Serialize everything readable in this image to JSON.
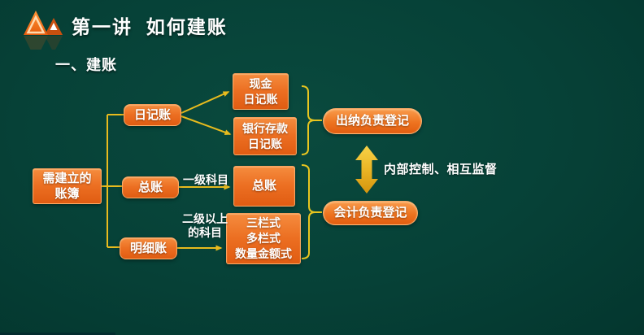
{
  "header": {
    "title": "第一讲  如何建账",
    "subtitle": "一、建账",
    "logo": "twin-mountain-triangles"
  },
  "colors": {
    "background_green": "#064137",
    "node_orange": "#ec6f22",
    "connector_gold": "#e8bb1e",
    "double_arrow_gold": "#e9b629",
    "text_white": "#ffffff"
  },
  "diagram": {
    "root": {
      "lines": [
        "需建立的",
        "账簿"
      ]
    },
    "branches": {
      "journal": {
        "label": "日记账"
      },
      "general": {
        "label": "总账"
      },
      "detail": {
        "label": "明细账"
      }
    },
    "leaves": {
      "cash_journal": {
        "lines": [
          "现金",
          "日记账"
        ]
      },
      "bank_journal": {
        "lines": [
          "银行存款",
          "日记账"
        ]
      },
      "general_ledger": {
        "label": "总账"
      },
      "formats": {
        "lines": [
          "三栏式",
          "多栏式",
          "数量金额式"
        ]
      }
    },
    "edge_labels": {
      "first_level": "一级科目",
      "second_level": [
        "二级以上",
        "的科目"
      ]
    },
    "pills": {
      "cashier": "出纳负责登记",
      "accountant": "会计负责登记"
    },
    "annotation": "内部控制、相互监督"
  }
}
